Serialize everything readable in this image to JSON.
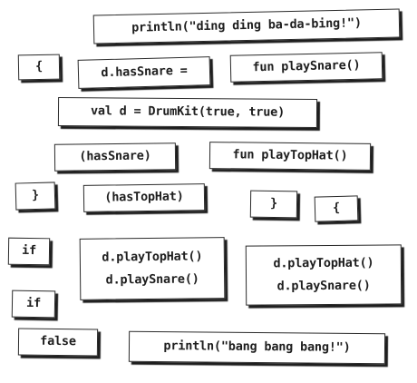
{
  "magnets": {
    "ding": "println(\"ding ding ba-da-bing!\")",
    "brace_open_1": "{",
    "has_snare_assign": "d.hasSnare =",
    "fun_play_snare": "fun playSnare()",
    "val_d": "val d = DrumKit(true, true)",
    "has_snare_cond": "(hasSnare)",
    "fun_play_top_hat": "fun playTopHat()",
    "brace_close_1": "}",
    "has_top_hat_cond": "(hasTopHat)",
    "brace_close_2": "}",
    "brace_open_2": "{",
    "if_1": "if",
    "calls_1": [
      "d.playTopHat()",
      "d.playSnare()"
    ],
    "calls_2": [
      "d.playTopHat()",
      "d.playSnare()"
    ],
    "if_2": "if",
    "false_literal": "false",
    "bang": "println(\"bang bang bang!\")"
  }
}
